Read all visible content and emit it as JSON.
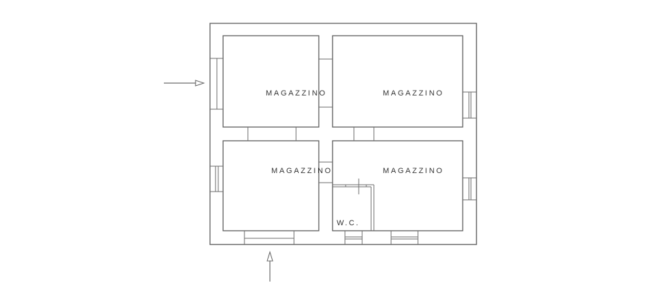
{
  "plan": {
    "rooms": [
      {
        "id": "room-top-left",
        "label": "MAGAZZINO"
      },
      {
        "id": "room-top-right",
        "label": "MAGAZZINO"
      },
      {
        "id": "room-bottom-left",
        "label": "MAGAZZINO"
      },
      {
        "id": "room-bottom-right",
        "label": "MAGAZZINO"
      },
      {
        "id": "wc",
        "label": "W.C."
      }
    ],
    "entrances": [
      {
        "id": "entrance-west",
        "direction": "east"
      },
      {
        "id": "entrance-south",
        "direction": "north"
      }
    ],
    "colors": {
      "line": "#5a5a5a",
      "text": "#333333",
      "background": "#ffffff"
    }
  }
}
